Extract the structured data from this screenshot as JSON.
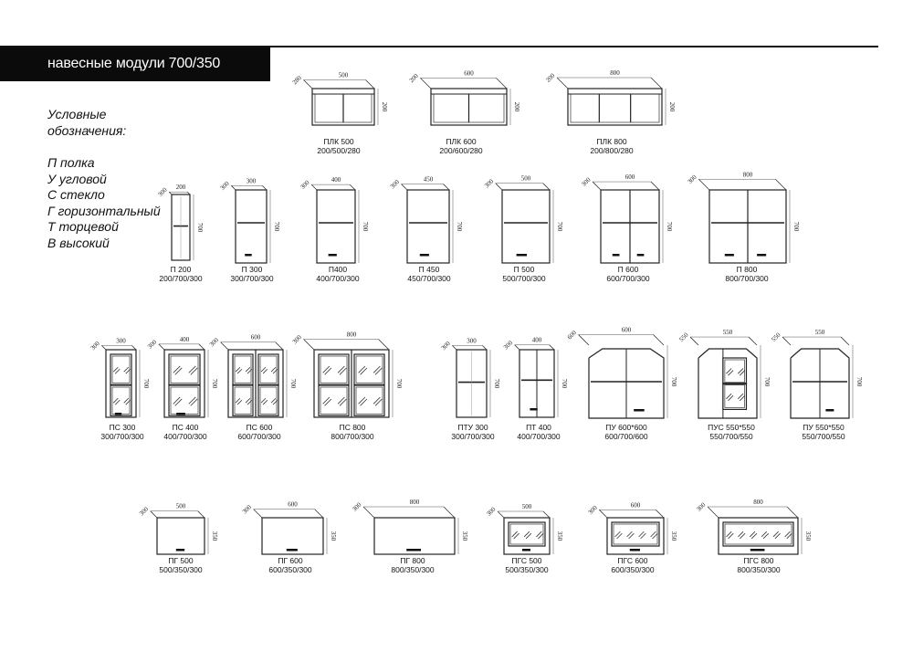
{
  "header": {
    "title": "навесные модули 700/350"
  },
  "legend": {
    "heading": [
      "Условные",
      "обозначения:"
    ],
    "items": [
      "П полка",
      "У угловой",
      "С стекло",
      "Г горизонтальный",
      "Т торцевой",
      "В высокий"
    ]
  },
  "cabinets": [
    {
      "name": "ПЛК 500",
      "size": "200/500/280",
      "w": "500",
      "h": "200",
      "d": "280",
      "kind": "open",
      "sections": 2
    },
    {
      "name": "ПЛК 600",
      "size": "200/600/280",
      "w": "600",
      "h": "200",
      "d": "200",
      "kind": "open",
      "sections": 2
    },
    {
      "name": "ПЛК 800",
      "size": "200/800/280",
      "w": "800",
      "h": "200",
      "d": "200",
      "kind": "open",
      "sections": 3
    },
    {
      "name": "П 200",
      "size": "200/700/300",
      "w": "200",
      "h": "700",
      "d": "300",
      "kind": "shelf"
    },
    {
      "name": "П 300",
      "size": "300/700/300",
      "w": "300",
      "h": "700",
      "d": "300",
      "kind": "door1"
    },
    {
      "name": "П400",
      "size": "400/700/300",
      "w": "400",
      "h": "700",
      "d": "300",
      "kind": "door1"
    },
    {
      "name": "П 450",
      "size": "450/700/300",
      "w": "450",
      "h": "700",
      "d": "300",
      "kind": "door1"
    },
    {
      "name": "П 500",
      "size": "500/700/300",
      "w": "500",
      "h": "700",
      "d": "300",
      "kind": "door1"
    },
    {
      "name": "П 600",
      "size": "600/700/300",
      "w": "600",
      "h": "700",
      "d": "300",
      "kind": "door2"
    },
    {
      "name": "П 800",
      "size": "800/700/300",
      "w": "800",
      "h": "700",
      "d": "300",
      "kind": "door2"
    },
    {
      "name": "ПС 300",
      "size": "300/700/300",
      "w": "300",
      "h": "700",
      "d": "300",
      "kind": "glass1"
    },
    {
      "name": "ПС 400",
      "size": "400/700/300",
      "w": "400",
      "h": "700",
      "d": "300",
      "kind": "glass1"
    },
    {
      "name": "ПС 600",
      "size": "600/700/300",
      "w": "600",
      "h": "700",
      "d": "300",
      "kind": "glass2"
    },
    {
      "name": "ПС 800",
      "size": "800/700/300",
      "w": "800",
      "h": "700",
      "d": "300",
      "kind": "glass2"
    },
    {
      "name": "ПТУ 300",
      "size": "300/700/300",
      "w": "300",
      "h": "700",
      "d": "300",
      "kind": "end"
    },
    {
      "name": "ПТ 400",
      "size": "400/700/300",
      "w": "400",
      "h": "700",
      "d": "300",
      "kind": "endDoor"
    },
    {
      "name": "ПУ 600*600",
      "size": "600/700/600",
      "w": "600",
      "h": "700",
      "d": "600",
      "kind": "corner"
    },
    {
      "name": "ПУС 550*550",
      "size": "550/700/550",
      "w": "550",
      "h": "700",
      "d": "550",
      "kind": "cornerGlass"
    },
    {
      "name": "ПУ 550*550",
      "size": "550/700/550",
      "w": "550",
      "h": "700",
      "d": "550",
      "kind": "corner"
    },
    {
      "name": "ПГ 500",
      "size": "500/350/300",
      "w": "500",
      "h": "350",
      "d": "300",
      "kind": "horiz"
    },
    {
      "name": "ПГ 600",
      "size": "600/350/300",
      "w": "600",
      "h": "350",
      "d": "300",
      "kind": "horiz"
    },
    {
      "name": "ПГ 800",
      "size": "800/350/300",
      "w": "800",
      "h": "350",
      "d": "300",
      "kind": "horiz"
    },
    {
      "name": "ПГС 500",
      "size": "500/350/300",
      "w": "500",
      "h": "350",
      "d": "300",
      "kind": "horizGlass"
    },
    {
      "name": "ПГС 600",
      "size": "600/350/300",
      "w": "600",
      "h": "350",
      "d": "300",
      "kind": "horizGlass"
    },
    {
      "name": "ПГС 800",
      "size": "800/350/300",
      "w": "800",
      "h": "350",
      "d": "300",
      "kind": "horizGlass"
    }
  ]
}
